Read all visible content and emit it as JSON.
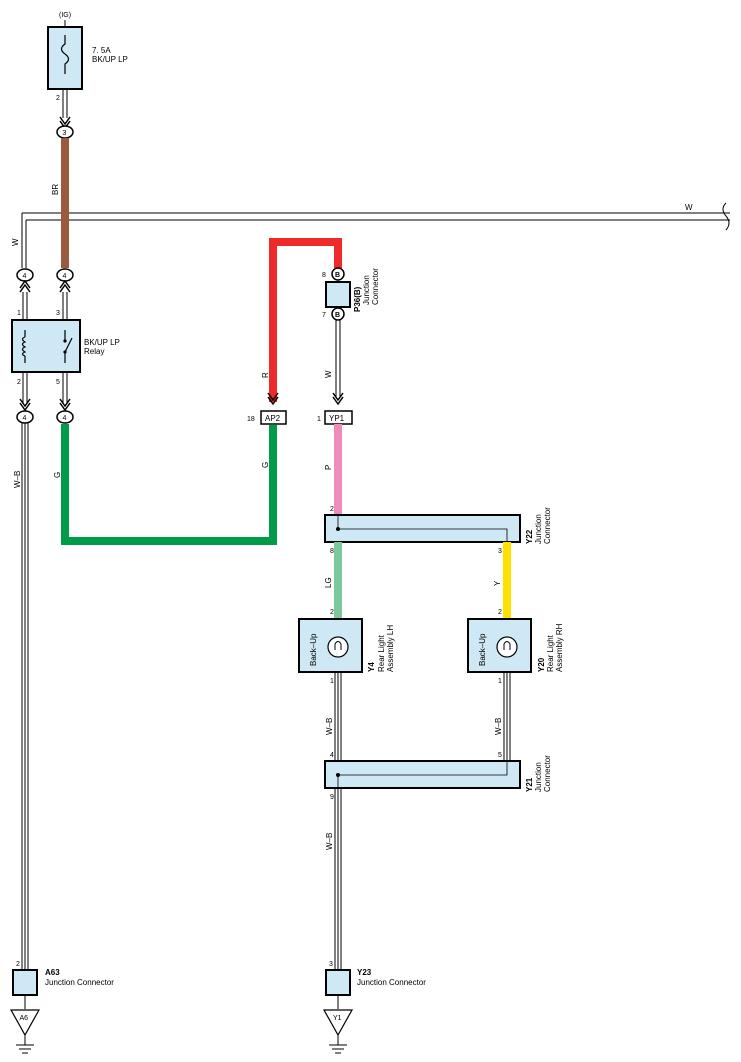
{
  "power": {
    "source": "(IG)"
  },
  "fuse": {
    "rating": "7. 5A",
    "name": "BK/UP LP",
    "pin": "2"
  },
  "relay": {
    "name": "BK/UP LP",
    "sub": "Relay",
    "pins": {
      "p1": "1",
      "p2": "2",
      "p3": "3",
      "p5": "5"
    }
  },
  "connectors": {
    "c3": "3",
    "c4_a": "4",
    "c4_b": "4",
    "c4_c": "4",
    "c4_d": "4",
    "p36": {
      "id": "P36",
      "suffix": "(B)",
      "line1": "Junction",
      "line2": "Connector",
      "pin_in": "8",
      "pin_out": "7",
      "pin_letter_in": "B",
      "pin_letter_out": "B"
    },
    "ap2": {
      "id": "AP2",
      "pin": "18"
    },
    "yp1": {
      "id": "YP1",
      "pin": "1"
    },
    "y22": {
      "id": "Y22",
      "line1": "Junction",
      "line2": "Connector",
      "pin_in": "2",
      "pin_lh": "8",
      "pin_rh": "3"
    },
    "y21": {
      "id": "Y21",
      "line1": "Junction",
      "line2": "Connector",
      "pin_lh": "4",
      "pin_rh": "5",
      "pin_out": "9"
    },
    "a63": {
      "id": "A63",
      "desc": "Junction Connector",
      "pin": "2"
    },
    "y23": {
      "id": "Y23",
      "desc": "Junction Connector",
      "pin": "3"
    }
  },
  "lamps": {
    "lh": {
      "label": "Back–Up",
      "id": "Y4",
      "line1": "Rear Light",
      "line2": "Assembly LH",
      "pin_in": "2",
      "pin_out": "1"
    },
    "rh": {
      "label": "Back–Up",
      "id": "Y20",
      "line1": "Rear Light",
      "line2": "Assembly RH",
      "pin_in": "2",
      "pin_out": "1"
    }
  },
  "grounds": {
    "a6": "A6",
    "y1": "Y1"
  },
  "wires": {
    "br": "BR",
    "w_top": "W",
    "w_left": "W",
    "g_left": "G",
    "wb_left": "W–B",
    "r": "R",
    "g_mid": "G",
    "w_mid": "W",
    "p": "P",
    "lg": "LG",
    "y": "Y",
    "wb_lh": "W–B",
    "wb_rh": "W–B",
    "wb_bottom": "W–B"
  },
  "colors": {
    "br": "#9c5a3c",
    "r": "#ee2a2a",
    "g": "#009b48",
    "p": "#f08cbc",
    "lg": "#7cc89a",
    "y": "#ffe000",
    "box": "#cfe8f5"
  }
}
